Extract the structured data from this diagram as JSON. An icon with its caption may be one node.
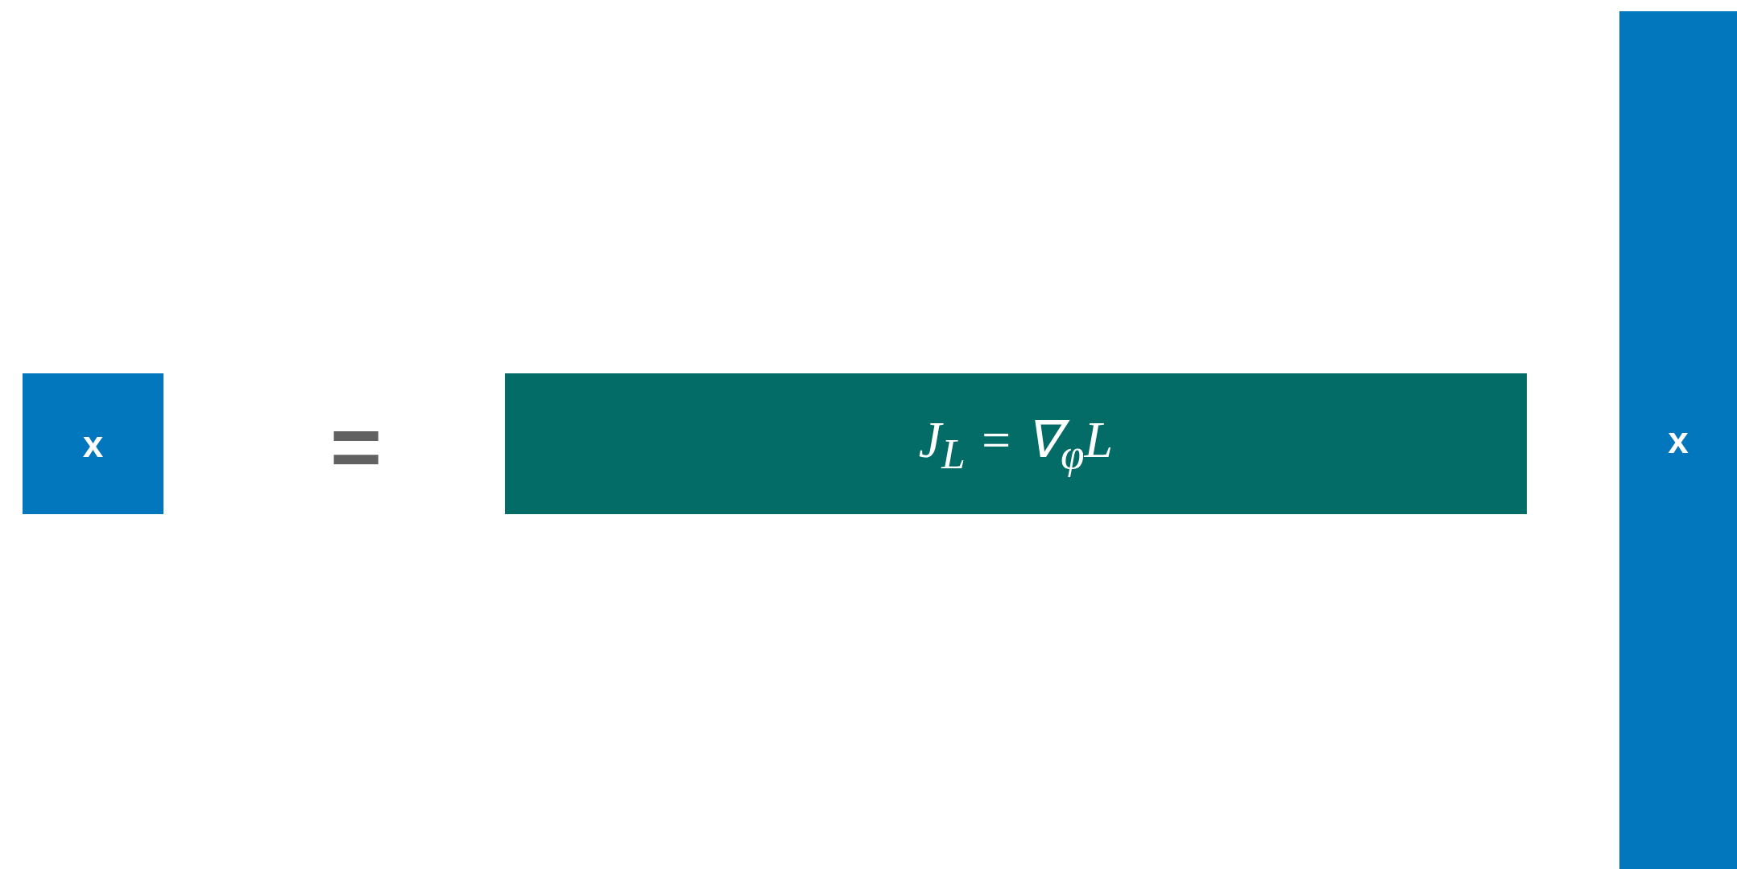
{
  "diagram": {
    "nodes": [
      {
        "text": [
          "x"
        ]
      },
      {
        "text": [
          "J$_{L}$ = ∇$_{φ}$L"
        ]
      },
      {
        "text": [
          "x"
        ]
      }
    ],
    "labels": [
      "="
    ]
  }
}
